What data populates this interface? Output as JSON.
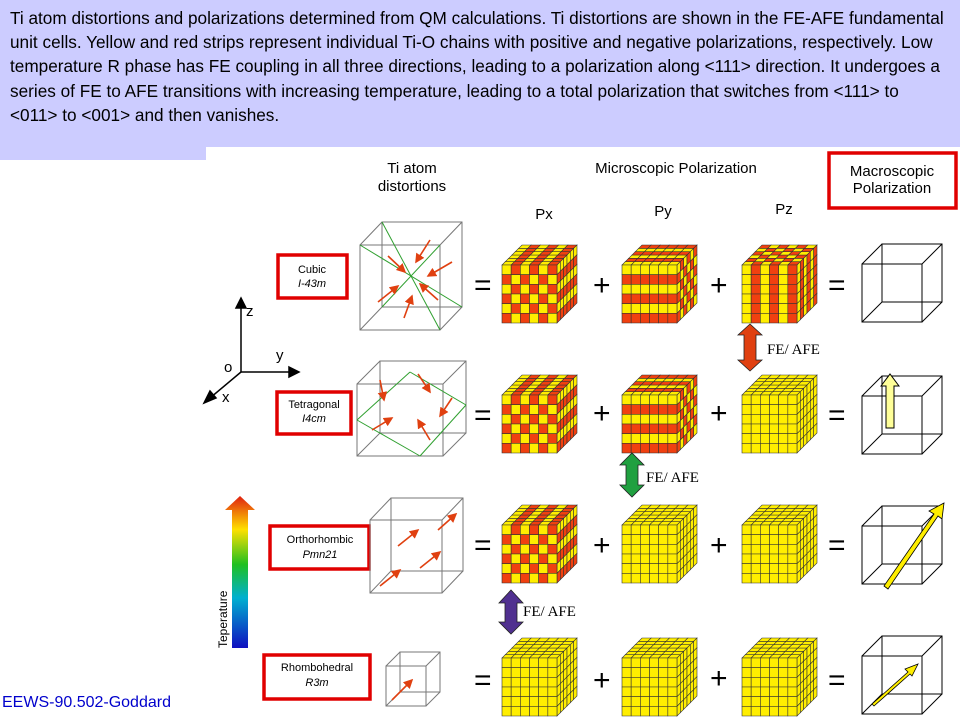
{
  "caption": "Ti atom distortions and polarizations determined from QM calculations. Ti distortions are shown in the FE-AFE fundamental unit cells. Yellow and red strips represent individual Ti-O chains with positive and negative polarizations, respectively. Low temperature R phase has FE coupling in all three directions, leading to a polarization along <111> direction. It undergoes a series of FE to AFE transitions with increasing temperature, leading to a total polarization that switches from <111> to <011> to <001> and then vanishes.",
  "headers": {
    "ti_line1": "Ti atom",
    "ti_line2": "distortions",
    "micro": "Microscopic Polarization",
    "macro_line1": "Macroscopic",
    "macro_line2": "Polarization",
    "px": "Px",
    "py": "Py",
    "pz": "Pz"
  },
  "axes": {
    "z": "z",
    "y": "y",
    "o": "o",
    "x": "x"
  },
  "temperature_label": "Teperature",
  "operators": {
    "equals": "=",
    "plus": "+"
  },
  "transition_label": "FE/ AFE",
  "phases": [
    {
      "name": "Cubic",
      "group": "I-43m"
    },
    {
      "name": "Tetragonal",
      "group": "I4cm"
    },
    {
      "name": "Orthorhombic",
      "group": "Pmn21"
    },
    {
      "name": "Rhombohedral",
      "group": "R3m"
    }
  ],
  "footer": "EEWS-90.502-Goddard",
  "colors": {
    "caption_bg": "#ccccff",
    "yellow": "#ffee00",
    "red": "#f04010",
    "highlight_box": "#e00000",
    "footer_text": "#0000cc",
    "arrow_red": "#e04010",
    "green": "#22aa22"
  }
}
